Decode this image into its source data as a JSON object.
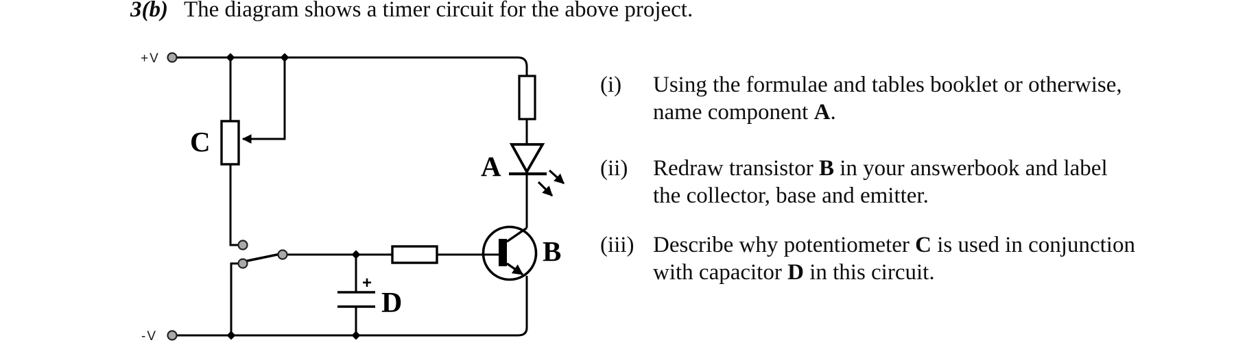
{
  "title": {
    "number": "3(b)",
    "text": "The diagram shows a timer circuit for the above project."
  },
  "circuit": {
    "supply_positive_label": "+V",
    "supply_negative_label": "-V",
    "led_label": "A",
    "transistor_label": "B",
    "potentiometer_label": "C",
    "capacitor_label": "D",
    "capacitor_polarity": "+",
    "wire_color": "#000000",
    "terminal_fill": "#a9a9a9"
  },
  "questions": [
    {
      "number": "(i)",
      "line1": "Using the formulae and tables booklet or otherwise,",
      "line2_pre": "name component ",
      "line2_bold": "A",
      "line2_post": "."
    },
    {
      "number": "(ii)",
      "line1_pre": "Redraw transistor ",
      "line1_bold": "B",
      "line1_post": " in your answerbook and label",
      "line2": "the collector, base and emitter."
    },
    {
      "number": "(iii)",
      "line1_pre": "Describe why potentiometer ",
      "line1_bold": "C",
      "line1_post": " is used in conjunction",
      "line2_pre": "with capacitor ",
      "line2_bold": "D",
      "line2_post": " in this circuit."
    }
  ]
}
